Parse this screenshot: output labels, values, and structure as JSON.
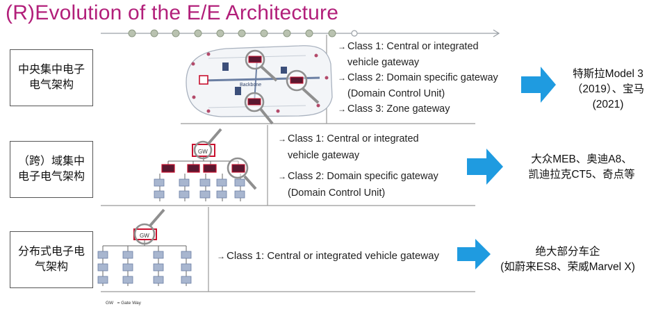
{
  "title": "(R)Evolution of the E/E Architecture",
  "rows": [
    {
      "label": "中央集中电子\n电气架构",
      "bullets": [
        {
          "main": "Class 1: Central or integrated",
          "cont": "vehicle gateway"
        },
        {
          "main": "Class 2: Domain specific gateway",
          "cont": "(Domain Control Unit)"
        },
        {
          "main": "Class 3: Zone gateway",
          "cont": ""
        }
      ],
      "result": "特斯拉Model 3\n（2019）、宝马\n(2021)"
    },
    {
      "label": "（跨）域集中\n电子电气架构",
      "bullets": [
        {
          "main": "Class 1: Central or integrated",
          "cont": "vehicle gateway"
        },
        {
          "main": "Class 2: Domain specific gateway",
          "cont": "(Domain Control Unit)"
        }
      ],
      "result": "大众MEB、奥迪A8、\n凯迪拉克CT5、奇点等"
    },
    {
      "label": "分布式电子电\n气架构",
      "bullets": [
        {
          "main": "Class 1: Central or integrated vehicle gateway",
          "cont": ""
        }
      ],
      "result": "绝大部分车企\n(如蔚来ES8、荣威Marvel X)"
    }
  ],
  "diagram_labels": {
    "gw": "GW",
    "backbone": "Backbone",
    "legend": "GW   = Gate Way"
  },
  "colors": {
    "title": "#b21f7a",
    "arrow": "#1f9be0",
    "ecu": "#a8b6cf",
    "ecu_border": "#6a7ea3",
    "gateway_red": "#c8102e",
    "node_dark": "#5a1830"
  }
}
